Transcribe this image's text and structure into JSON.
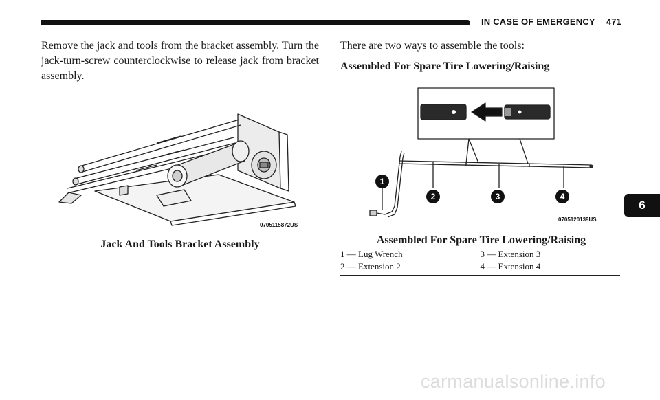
{
  "header": {
    "section_title": "IN CASE OF EMERGENCY",
    "page_number": "471"
  },
  "left_column": {
    "paragraph": "Remove the jack and tools from the bracket assembly. Turn the jack-turn-screw counterclockwise to release jack from bracket assembly.",
    "figure_code": "0705115872US",
    "caption": "Jack And Tools Bracket Assembly"
  },
  "right_column": {
    "paragraph": "There are two ways to assemble the tools:",
    "subheading": "Assembled For Spare Tire Lowering/Raising",
    "figure_code": "0705120139US",
    "callouts": [
      "1",
      "2",
      "3",
      "4"
    ],
    "caption": "Assembled For Spare Tire Lowering/Raising",
    "legend": [
      [
        "1 — Lug Wrench",
        "3 — Extension 3"
      ],
      [
        "2 — Extension 2",
        "4 — Extension 4"
      ]
    ]
  },
  "side_tab": {
    "label": "6"
  },
  "watermark": "carmanualsonline.info",
  "colors": {
    "ink": "#111111",
    "tab": "#111111",
    "watermark": "#dcdcdc"
  }
}
